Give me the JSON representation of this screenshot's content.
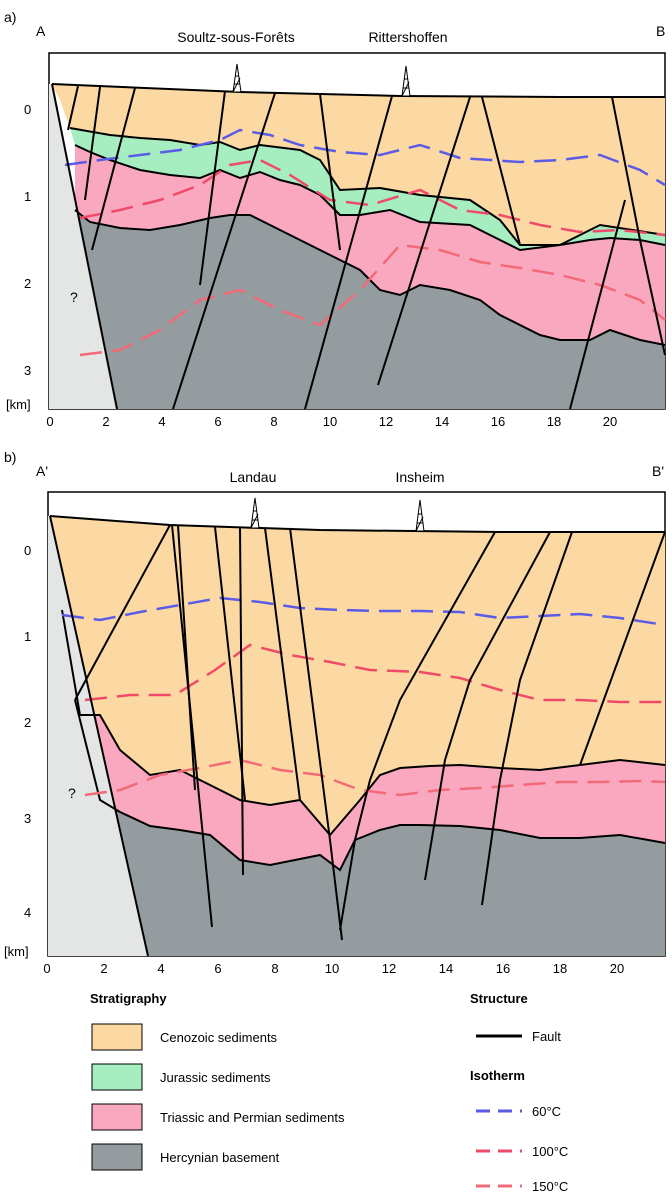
{
  "panel_a": {
    "label": "a)",
    "end_left": "A",
    "end_right": "B",
    "well1": "Soultz-sous-Forêts",
    "well2": "Rittershoffen",
    "unknown": "?",
    "depth_unit": "[km]",
    "depth_ticks": [
      "0",
      "1",
      "2",
      "3"
    ],
    "x_ticks": [
      "0",
      "2",
      "4",
      "6",
      "8",
      "10",
      "12",
      "14",
      "16",
      "18",
      "20"
    ]
  },
  "panel_b": {
    "label": "b)",
    "end_left": "A'",
    "end_right": "B'",
    "well1": "Landau",
    "well2": "Insheim",
    "unknown": "?",
    "depth_unit": "[km]",
    "depth_ticks": [
      "0",
      "1",
      "2",
      "3",
      "4"
    ],
    "x_ticks": [
      "0",
      "2",
      "4",
      "6",
      "8",
      "10",
      "12",
      "14",
      "16",
      "18",
      "20"
    ]
  },
  "legend": {
    "stratigraphy_title": "Stratigraphy",
    "structure_title": "Structure",
    "isotherm_title": "Isotherm",
    "units": [
      {
        "name": "Cenozoic sediments",
        "color": "#fcd9a2"
      },
      {
        "name": "Jurassic sediments",
        "color": "#a6eec0"
      },
      {
        "name": "Triassic and Permian sediments",
        "color": "#f9a8bf"
      },
      {
        "name": "Hercynian basement",
        "color": "#949ca0"
      }
    ],
    "fault": "Fault",
    "isotherms": [
      {
        "name": "60°C",
        "color": "#5b5be8"
      },
      {
        "name": "100°C",
        "color": "#f04a6a"
      },
      {
        "name": "150°C",
        "color": "#f26a78"
      }
    ]
  }
}
